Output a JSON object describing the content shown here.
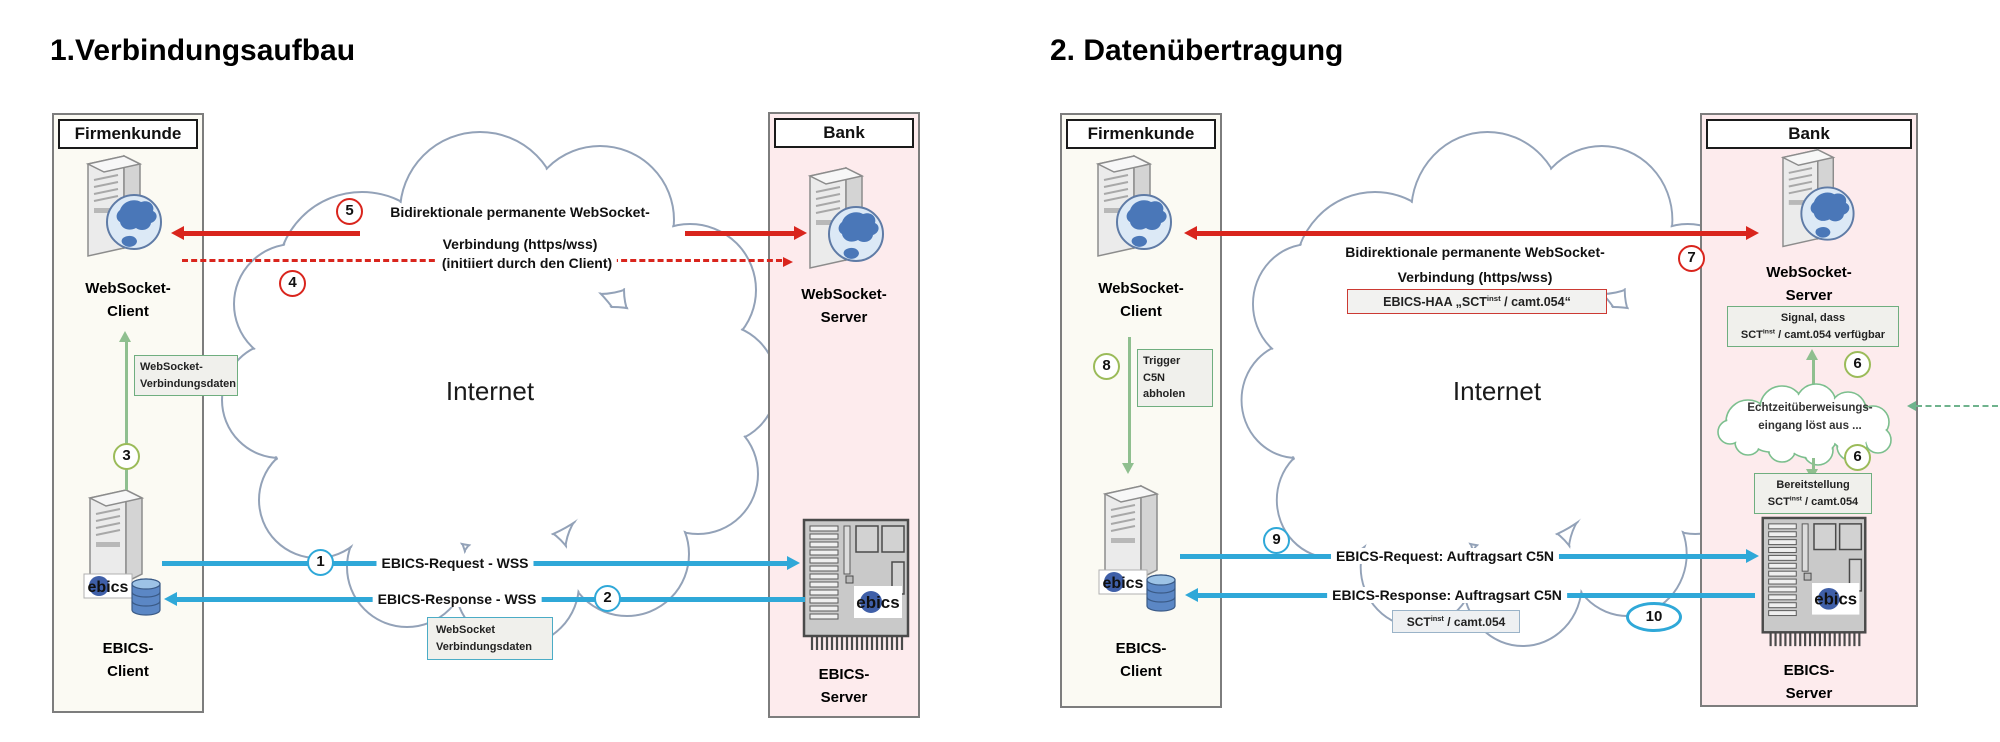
{
  "ebics_logo": "ebics",
  "panel1": {
    "title": "1.Verbindungsaufbau",
    "internet": "Internet",
    "customer": {
      "title": "Firmenkunde",
      "ws_node": [
        "WebSocket-",
        "Client"
      ],
      "ebics_node": [
        "EBICS-",
        "Client"
      ]
    },
    "bank": {
      "title": "Bank",
      "ws_node": [
        "WebSocket-",
        "Server"
      ],
      "ebics_node": [
        "EBICS-",
        "Server"
      ]
    },
    "ws_connection": {
      "step": "5",
      "line1": "Bidirektionale permanente WebSocket-",
      "line2": "Verbindung (https/wss)"
    },
    "init": {
      "step": "4",
      "label": "(initiiert durch den Client)"
    },
    "conn_data": {
      "step": "3",
      "line1": "WebSocket-",
      "line2": "Verbindungsdaten"
    },
    "request": {
      "step": "1",
      "label": "EBICS-Request - WSS"
    },
    "response": {
      "step": "2",
      "label": "EBICS-Response - WSS"
    },
    "ws_data_box": {
      "line1": "WebSocket",
      "line2": "Verbindungsdaten"
    }
  },
  "panel2": {
    "title": "2. Datenübertragung",
    "internet": "Internet",
    "customer": {
      "title": "Firmenkunde",
      "ws_node": [
        "WebSocket-",
        "Client"
      ],
      "ebics_node": [
        "EBICS-",
        "Client"
      ]
    },
    "bank": {
      "title": "Bank",
      "ws_node": [
        "WebSocket-",
        "Server"
      ],
      "ebics_node": [
        "EBICS-",
        "Server"
      ]
    },
    "ws_connection": {
      "step": "7",
      "line1": "Bidirektionale permanente WebSocket-",
      "line2": "Verbindung (https/wss)"
    },
    "haa_box": {
      "prefix": "EBICS-HAA „SCT",
      "sup": "inst",
      "suffix": " / camt.054“"
    },
    "trigger": {
      "step": "8",
      "line1": "Trigger",
      "line2": "C5N",
      "line3": "abholen"
    },
    "signal_box": {
      "line1": "Signal, dass",
      "line2_prefix": "SCT",
      "line2_sup": "inst",
      "line2_suffix": " / camt.054 verfügbar"
    },
    "event_cloud": {
      "step_up": "6",
      "step_down": "6",
      "line1": "Echtzeitüberweisungs-",
      "line2": "eingang löst aus ..."
    },
    "provision_box": {
      "line1": "Bereitstellung",
      "line2_prefix": "SCT",
      "line2_sup": "inst",
      "line2_suffix": " / camt.054"
    },
    "request": {
      "step": "9",
      "label": "EBICS-Request: Auftragsart C5N"
    },
    "response": {
      "step": "10",
      "label": "EBICS-Response: Auftragsart C5N"
    },
    "sct_box": {
      "prefix": "SCT",
      "sup": "inst",
      "suffix": " / camt.054"
    }
  }
}
